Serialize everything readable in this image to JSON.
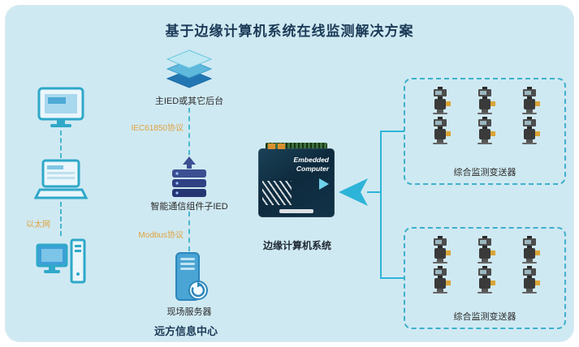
{
  "panel": {
    "title": "基于边缘计算机系统在线监测解决方案"
  },
  "left_column": {
    "ethernet_label": "以太网"
  },
  "middle_column": {
    "backend_label": "主IED或其它后台",
    "protocol_top": "IEC61850协议",
    "gateway_label": "智能通信组件子IED",
    "protocol_bottom": "Modbus协议",
    "field_server_label": "现场服务器",
    "remote_center_label": "远方信息中心"
  },
  "edge_computer": {
    "device_line1": "Embedded",
    "device_line2": "Computer",
    "caption": "边缘计算机系统"
  },
  "sensor_groups": [
    {
      "label": "综合监测变送器"
    },
    {
      "label": "综合监测变送器"
    }
  ],
  "colors": {
    "background": "#cfe9f2",
    "accent": "#2db4d8",
    "dashed_line": "#49b6d2",
    "protocol_text": "#e0a23e",
    "title_text": "#1b3a57"
  }
}
